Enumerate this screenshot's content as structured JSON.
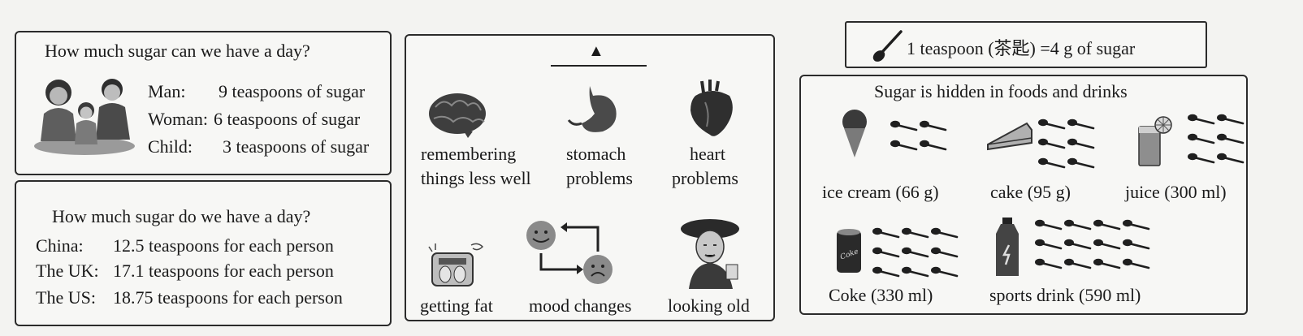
{
  "allowance": {
    "title": "How much sugar can we have a day?",
    "rows": [
      {
        "who": "Man:",
        "amount": "9 teaspoons of sugar"
      },
      {
        "who": "Woman:",
        "amount": "6 teaspoons of sugar"
      },
      {
        "who": "Child:",
        "amount": "3 teaspoons of sugar"
      }
    ]
  },
  "consumption": {
    "title": "How much sugar do we have a day?",
    "rows": [
      {
        "country": "China:",
        "amount": "12.5 teaspoons for each person"
      },
      {
        "country": "The UK:",
        "amount": "17.1 teaspoons for each person"
      },
      {
        "country": "The US:",
        "amount": "18.75 teaspoons for each person"
      }
    ]
  },
  "effects": {
    "blank_marker": "▲",
    "items": [
      {
        "line1": "remembering",
        "line2": "things less well",
        "icon": "brain-icon"
      },
      {
        "line1": "stomach",
        "line2": "problems",
        "icon": "stomach-icon"
      },
      {
        "line1": "heart",
        "line2": "problems",
        "icon": "heart-icon"
      },
      {
        "line1": "getting fat",
        "icon": "scale-icon"
      },
      {
        "line1": "mood changes",
        "icon": "mood-faces-icon"
      },
      {
        "line1": "looking old",
        "icon": "old-woman-icon"
      }
    ]
  },
  "teaspoon_note": "1 teaspoon (茶匙) =4 g of sugar",
  "hidden": {
    "title": "Sugar is hidden in foods and drinks",
    "items": [
      {
        "label": "ice cream (66 g)",
        "spoons": 4,
        "icon": "ice-cream-icon"
      },
      {
        "label": "cake (95 g)",
        "spoons": 6,
        "icon": "cake-icon"
      },
      {
        "label": "juice (300 ml)",
        "spoons": 6,
        "icon": "juice-icon"
      },
      {
        "label": "Coke (330 ml)",
        "spoons": 9,
        "icon": "coke-can-icon"
      },
      {
        "label": "sports drink (590 ml)",
        "spoons": 12,
        "icon": "sports-drink-icon"
      }
    ]
  }
}
